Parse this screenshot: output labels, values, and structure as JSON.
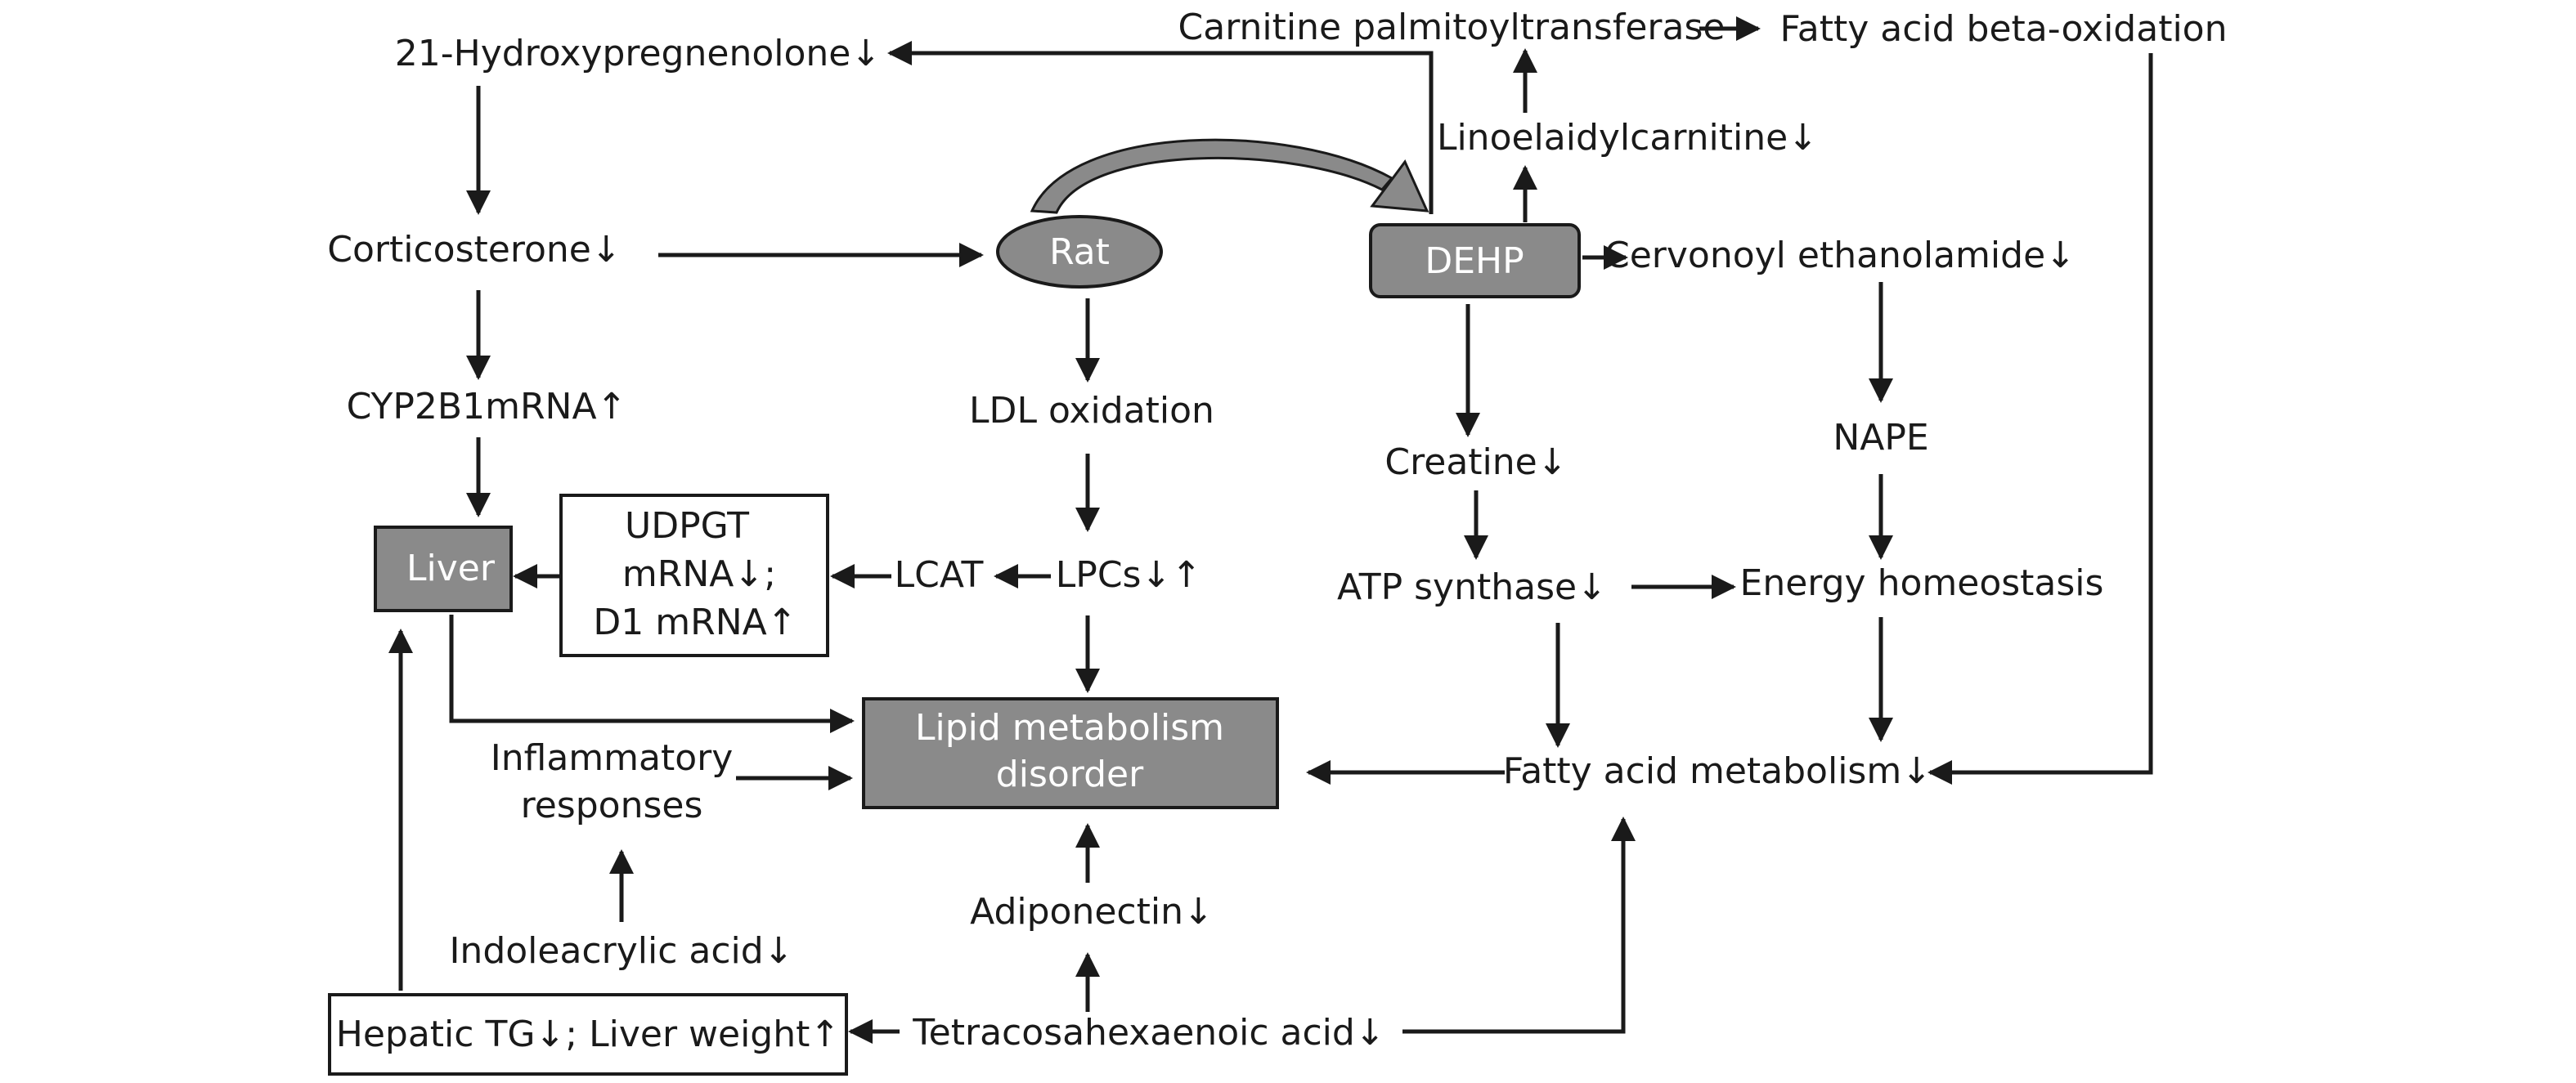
{
  "nodes": {
    "hydroxypregnenolone": "21-Hydroxypregnenolone↓",
    "carnitine_pt": "Carnitine palmitoyltransferase",
    "fatty_beta": "Fatty acid beta-oxidation",
    "linoelaidyl": "Linoelaidylcarnitine↓",
    "corticosterone": "Corticosterone↓",
    "rat": "Rat",
    "dehp": "DEHP",
    "cervonoyl": "Cervonoyl ethanolamide↓",
    "cyp2b1": "CYP2B1mRNA↑",
    "ldl": "LDL oxidation",
    "creatine": "Creatine↓",
    "nape": "NAPE",
    "liver": "Liver",
    "udpgt_1": "UDPGT",
    "udpgt_2": "mRNA↓;",
    "udpgt_3": "D1 mRNA↑",
    "lcat": "LCAT",
    "lpcs": "LPCs↓↑",
    "atp": "ATP synthase↓",
    "energy": "Energy homeostasis",
    "lipid_1": "Lipid metabolism",
    "lipid_2": "disorder",
    "inflam_1": "Inflammatory",
    "inflam_2": "responses",
    "fatty_metab": "Fatty acid metabolism↓",
    "indoleacrylic": "Indoleacrylic acid↓",
    "adiponectin": "Adiponectin↓",
    "hepatic": "Hepatic TG↓; Liver weight↑",
    "tetracosa": "Tetracosahexaenoic acid↓"
  },
  "colors": {
    "box_fill": "#8a8a8a",
    "line": "#1a1a1a",
    "box_text": "#ffffff"
  }
}
